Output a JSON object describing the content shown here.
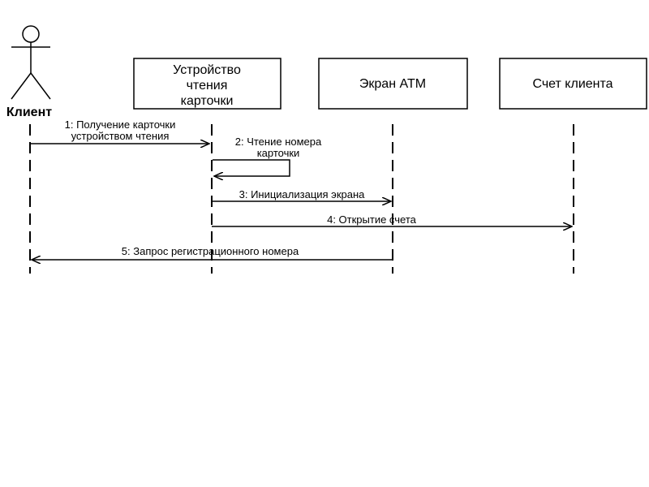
{
  "actor": {
    "name": "Клиент",
    "icon": "stick-figure-icon"
  },
  "objects": [
    {
      "id": "card_reader",
      "lines": [
        "Устройство",
        "чтения",
        "карточки"
      ]
    },
    {
      "id": "atm_screen",
      "lines": [
        "Экран ATM"
      ]
    },
    {
      "id": "account",
      "lines": [
        "Счет клиента"
      ]
    }
  ],
  "messages": [
    {
      "id": "m1",
      "from": "actor",
      "to": "card_reader",
      "lines": [
        "1: Получение карточки",
        "устройством чтения"
      ]
    },
    {
      "id": "m2",
      "from": "card_reader",
      "to": "card_reader",
      "self": true,
      "lines": [
        "2: Чтение номера",
        "карточки"
      ]
    },
    {
      "id": "m3",
      "from": "card_reader",
      "to": "atm_screen",
      "lines": [
        "3: Инициализация экрана"
      ]
    },
    {
      "id": "m4",
      "from": "card_reader",
      "to": "account",
      "lines": [
        "4: Открытие счета"
      ]
    },
    {
      "id": "m5",
      "from": "atm_screen",
      "to": "actor",
      "lines": [
        "5: Запрос регистрационного номера"
      ]
    }
  ],
  "colors": {
    "line": "#000000",
    "box_fill": "#ffffff",
    "background": "#ffffff"
  }
}
